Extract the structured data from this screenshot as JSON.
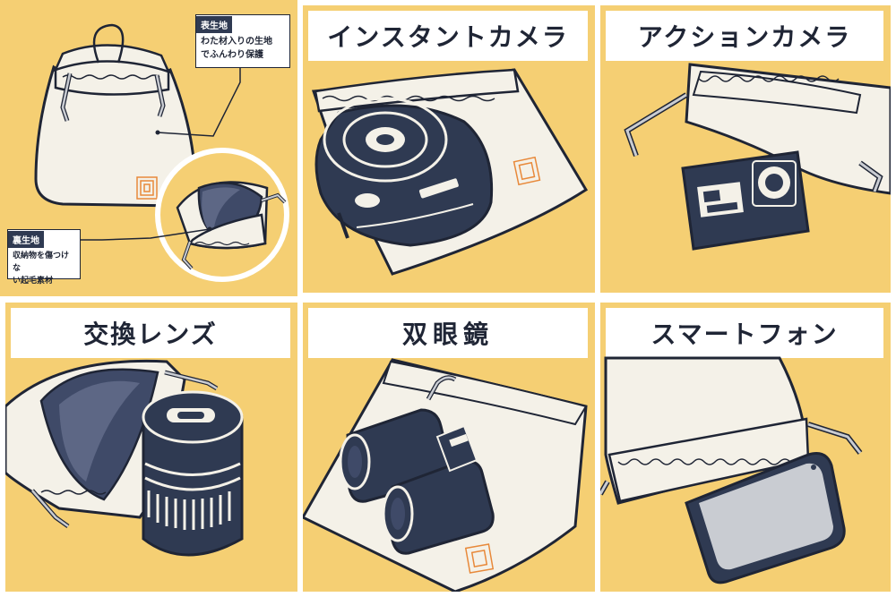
{
  "colors": {
    "background_yellow": "#f5cf73",
    "navy": "#2f3a52",
    "outline": "#1f2535",
    "pouch_white": "#f4f1e8",
    "logo_orange": "#e8893a"
  },
  "features": {
    "outer_fabric": {
      "tag": "表生地",
      "lines": [
        "わた材入りの生地",
        "でふんわり保護"
      ]
    },
    "inner_fabric": {
      "tag": "裏生地",
      "lines": [
        "収納物を傷つけな",
        "い起毛素材"
      ]
    }
  },
  "uses": [
    {
      "label": "インスタントカメラ",
      "icon": "instant-camera-icon"
    },
    {
      "label": "アクションカメラ",
      "icon": "action-camera-icon"
    },
    {
      "label": "交換レンズ",
      "icon": "camera-lens-icon"
    },
    {
      "label": "双眼鏡",
      "icon": "binoculars-icon"
    },
    {
      "label": "スマートフォン",
      "icon": "smartphone-icon"
    }
  ]
}
